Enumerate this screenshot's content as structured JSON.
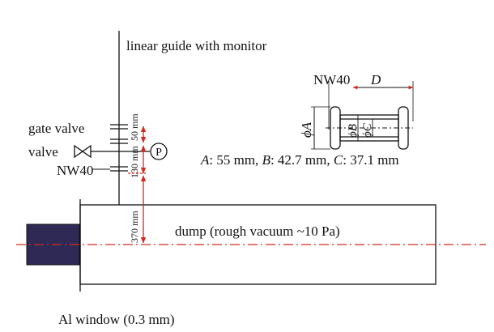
{
  "labels": {
    "linear_guide": "linear guide with monitor",
    "gate_valve": "gate valve",
    "valve": "valve",
    "nw40_left": "NW40",
    "pressure_gauge": "P",
    "dim_50": "50 mm",
    "dim_130": "130 mm",
    "dim_370": "370 mm",
    "dump": "dump (rough vacuum ~10 Pa)",
    "window": "Al window (0.3 mm)"
  },
  "inset": {
    "title": "NW40",
    "dim_D": "D",
    "dim_A": "ϕA",
    "dim_B": "ϕB",
    "dim_C": "ϕC",
    "caption_A_sym": "A",
    "caption_A_val": ": 55 mm, ",
    "caption_B_sym": "B",
    "caption_B_val": ": 42.7 mm, ",
    "caption_C_sym": "C",
    "caption_C_val": ": 37.1 mm"
  },
  "colors": {
    "line": "#111111",
    "dimension": "#d42a1e",
    "window_block": "#2f2a55"
  }
}
